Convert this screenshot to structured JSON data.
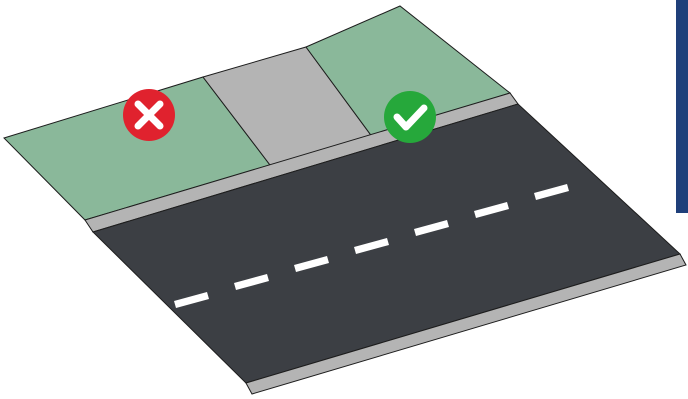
{
  "colors": {
    "background": "#ffffff",
    "lawn": "#8ab89a",
    "concrete": "#b4b4b4",
    "road": "#3c3f44",
    "lane_marking": "#ffffff",
    "outline": "#1d1d1d",
    "side_panel": "#1f3f7a",
    "wrong_badge": "#e0222e",
    "right_badge": "#26a83b",
    "badge_glyph": "#ffffff"
  },
  "icons": {
    "wrong": "cross-icon",
    "right": "checkmark-icon"
  },
  "markers": [
    {
      "name": "wrong-placement-marker",
      "icon": "cross-icon",
      "meaning": "incorrect"
    },
    {
      "name": "correct-placement-marker",
      "icon": "checkmark-icon",
      "meaning": "correct"
    }
  ]
}
